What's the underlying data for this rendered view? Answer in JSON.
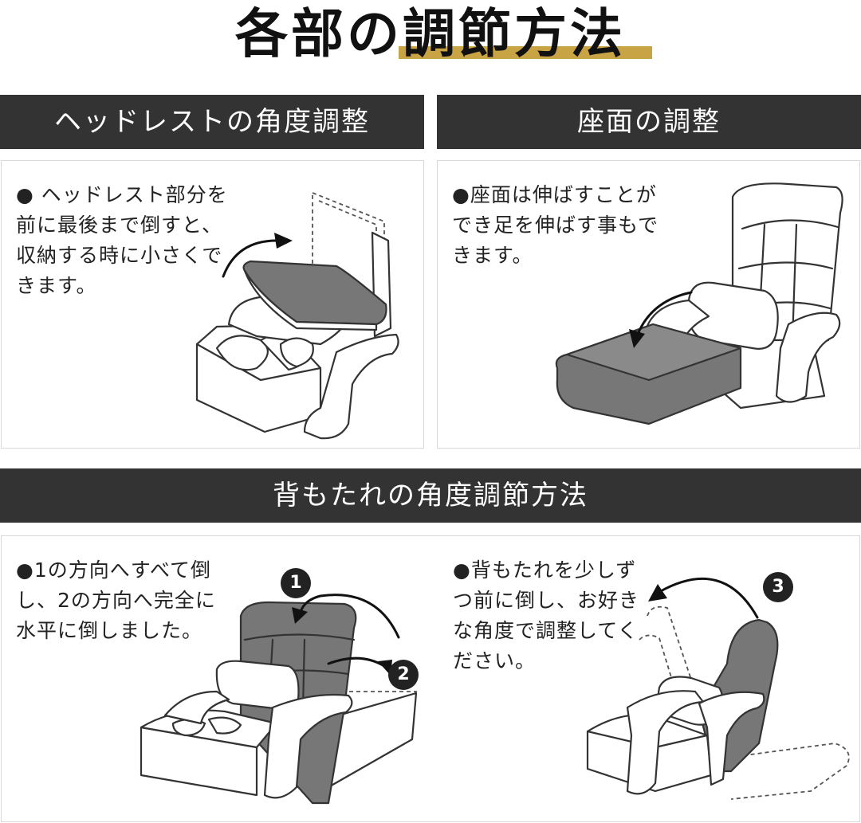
{
  "title": "各部の調節方法",
  "colors": {
    "accent": "#c9a445",
    "header_bg": "#333333",
    "header_text": "#ffffff"
  },
  "sections": {
    "headrest": {
      "heading": "ヘッドレストの角度調整",
      "text": "● ヘッドレスト部分を\n前に最後まで倒すと、\n収納する時に小さくで\nきます。"
    },
    "seat": {
      "heading": "座面の調整",
      "text": "●座面は伸ばすことが\nでき足を伸ばす事もで\nきます。"
    },
    "backrest": {
      "heading": "背もたれの角度調節方法",
      "left_text": "●1の方向へすべて倒\nし、2の方向へ完全に\n水平に倒しました。",
      "right_text": "●背もたれを少しず\nつ前に倒し、お好き\nな角度で調整してく\nださい。",
      "badges": [
        "1",
        "2",
        "3"
      ]
    }
  }
}
